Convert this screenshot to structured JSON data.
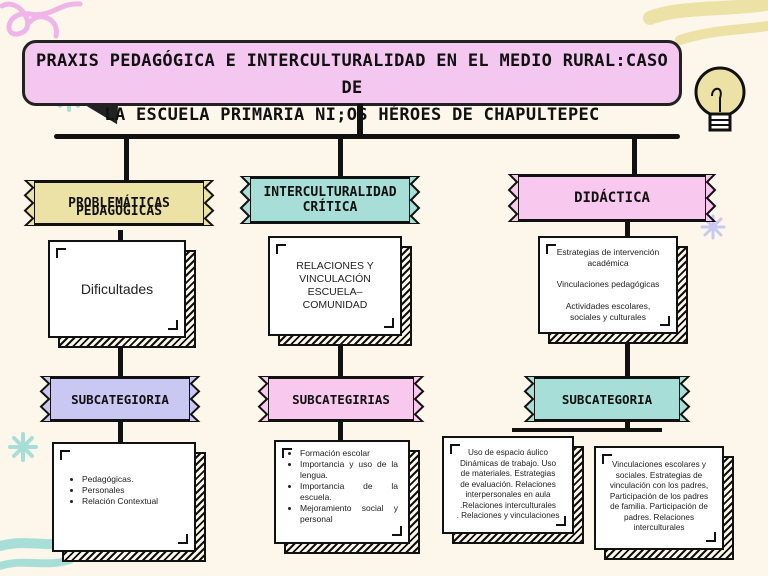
{
  "title": {
    "line1": "PRAXIS PEDAGÓGICA E INTERCULTURALIDAD EN EL MEDIO RURAL:CASO DE",
    "line2": "LA ESCUELA PRIMARIA NI;OS HÉROES DE CHAPULTEPEC"
  },
  "colors": {
    "background": "#fdf6ea",
    "title_fill": "#f4c7f1",
    "yellow": "#ede2a6",
    "teal": "#a7dfd8",
    "pink": "#f8c8ee",
    "lavender": "#c9c8f3"
  },
  "categories": [
    {
      "label_line1": "PROBLEMÁTICAS",
      "label_line2": "PEDAGÓGICAS",
      "card_text": "Dificultades",
      "sub_label": "SUBCATEGIORIA",
      "sub_items": [
        "Pedagógicas.",
        "Personales",
        "Relación Contextual"
      ]
    },
    {
      "label_line1": "INTERCULTURALIDAD",
      "label_line2": "CRÍTICA",
      "card_text_lines": [
        "RELACIONES Y",
        "VINCULACIÓN",
        "ESCUELA–",
        "COMUNIDAD"
      ],
      "sub_label": "SUBCATEGIRIAS",
      "sub_items": [
        "Formación escolar",
        "Importancia y uso de la lengua.",
        "Importancia de la escuela.",
        "Mejoramiento social y personal"
      ]
    },
    {
      "label_line1": "DIDÁCTICA",
      "card_items": [
        "Estrategias de intervención académica",
        "Vinculaciones pedagógicas",
        "Actividades escolares, sociales y culturales"
      ],
      "sub_label": "SUBCATEGORIA",
      "sub_card_a": [
        "Uso de espacio áulico",
        "Dinámicas de trabajo. Uso",
        "de materiales. Estrategias",
        "de evaluación. Relaciones",
        "interpersonales en aula",
        ".Relaciones interculturales",
        ". Relaciones y vinculaciones"
      ],
      "sub_card_b": [
        "Vinculaciones escolares y",
        "sociales. Estrategias de",
        "vinculación con los padres,",
        "Participación de los padres",
        "de familia. Participación de",
        "padres. Relaciones",
        "interculturales"
      ]
    }
  ]
}
